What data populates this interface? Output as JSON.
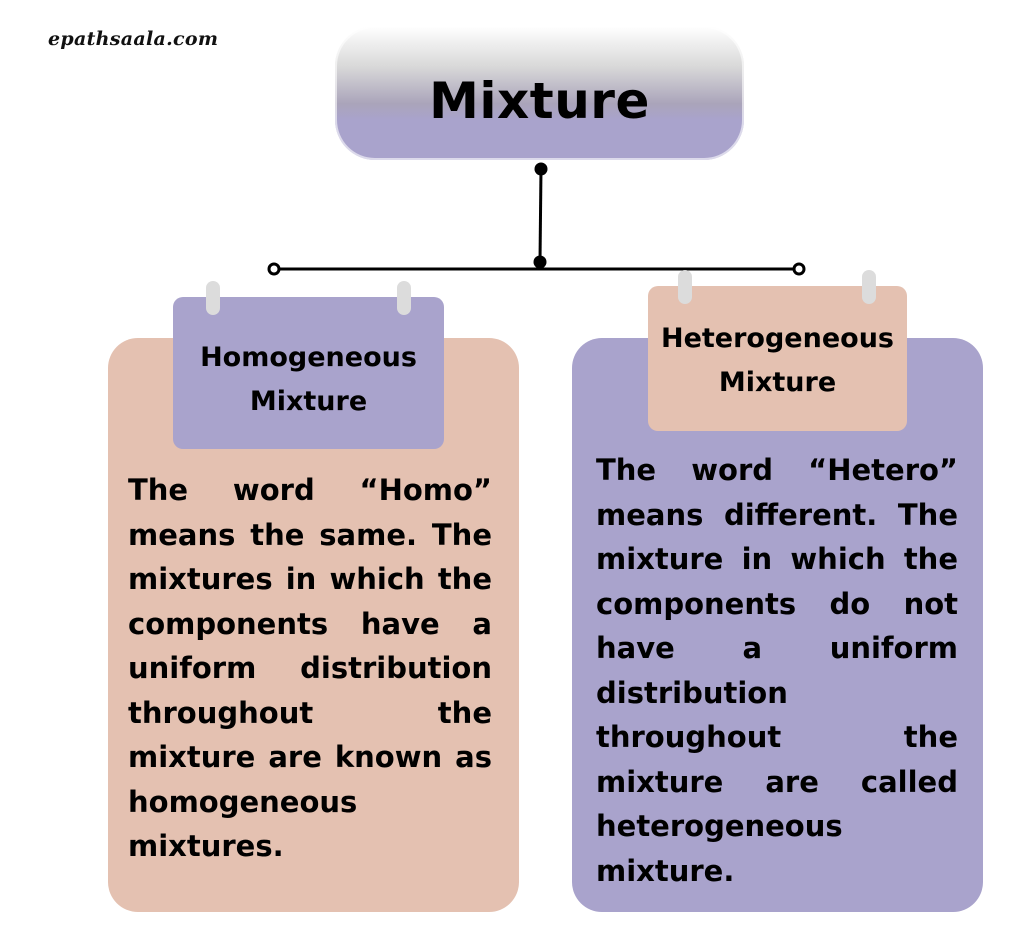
{
  "watermark": "epathsaala.com",
  "root": {
    "title": "Mixture"
  },
  "colors": {
    "lavender": "#a9a3cc",
    "peach": "#e4c1b1",
    "peg": "#dcdcdc",
    "line": "#000000"
  },
  "branches": [
    {
      "title_lines": [
        "Homogeneous",
        "Mixture"
      ],
      "body_lines": [
        {
          "text": "The word “Homo”",
          "last": false
        },
        {
          "text": "means the same. The",
          "last": false
        },
        {
          "text": "mixtures in which the",
          "last": false
        },
        {
          "text": "components have a",
          "last": false
        },
        {
          "text": "uniform distribution",
          "last": false
        },
        {
          "text": "throughout the",
          "last": false
        },
        {
          "text": "mixture are known as",
          "last": false
        },
        {
          "text": "homogeneous",
          "last": true
        },
        {
          "text": "mixtures.",
          "last": true
        }
      ]
    },
    {
      "title_lines": [
        "Heterogeneous",
        "Mixture"
      ],
      "body_lines": [
        {
          "text": "The word “Hetero”",
          "last": false
        },
        {
          "text": "means different. The",
          "last": false
        },
        {
          "text": "mixture in which the",
          "last": false
        },
        {
          "text": "components do not",
          "last": false
        },
        {
          "text": "have a uniform",
          "last": false
        },
        {
          "text": "distribution",
          "last": true
        },
        {
          "text": "throughout the",
          "last": false
        },
        {
          "text": "mixture are called",
          "last": false
        },
        {
          "text": "heterogeneous",
          "last": true
        },
        {
          "text": "mixture.",
          "last": true
        }
      ]
    }
  ]
}
